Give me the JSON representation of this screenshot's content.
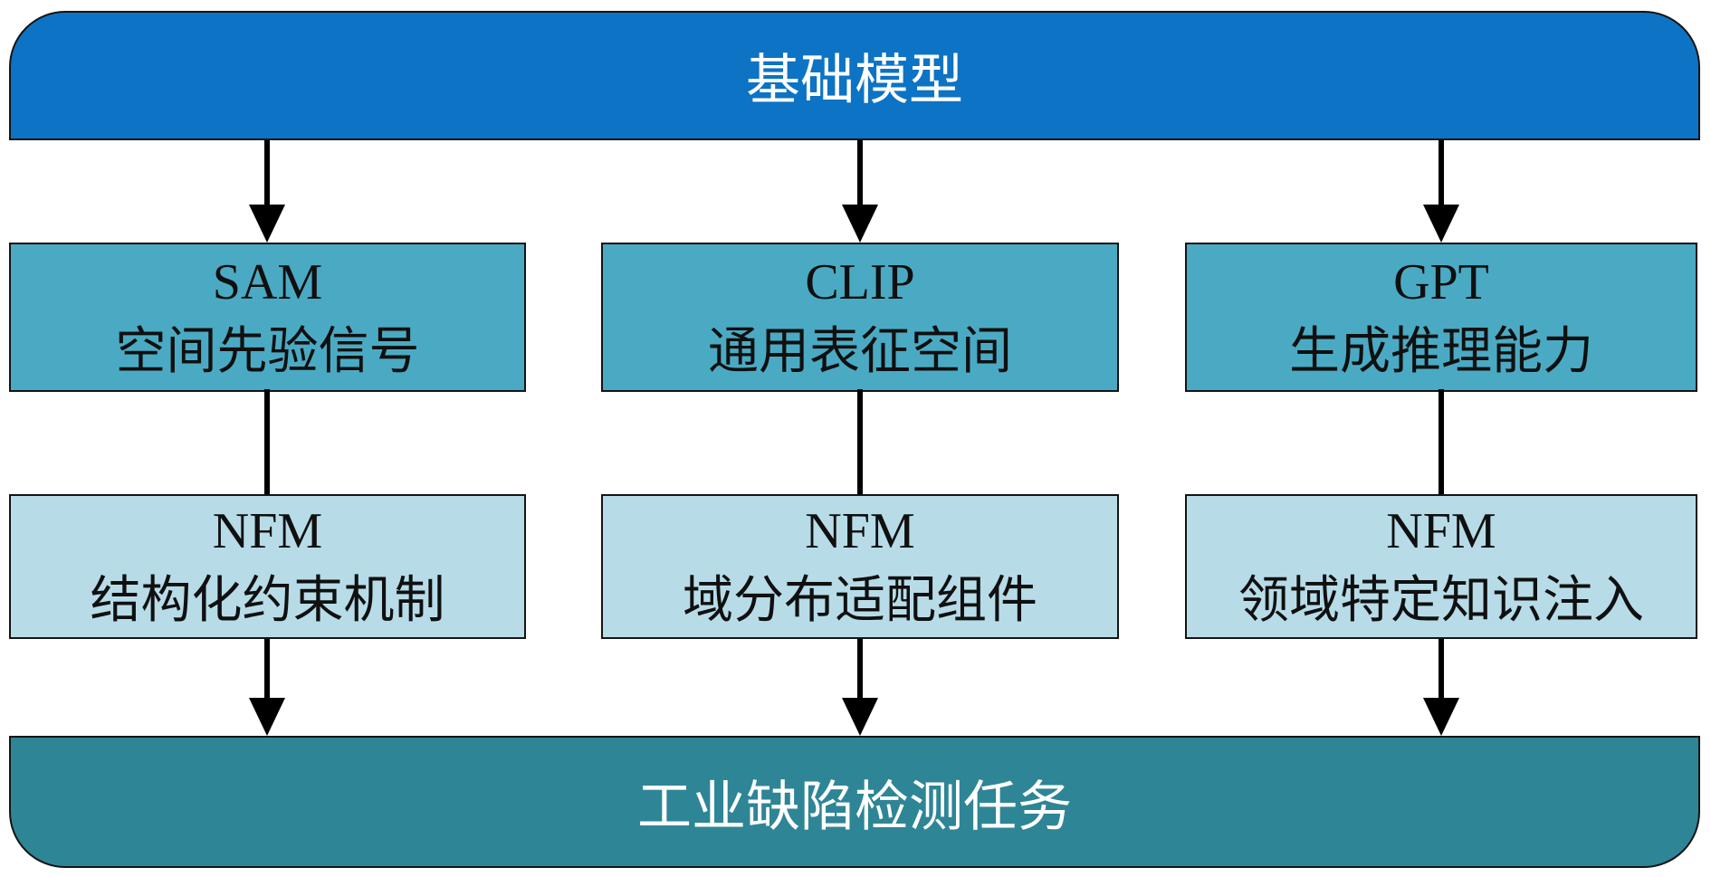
{
  "diagram": {
    "top_box": {
      "label": "基础模型"
    },
    "model_row": [
      {
        "name": "SAM",
        "capability": "空间先验信号"
      },
      {
        "name": "CLIP",
        "capability": "通用表征空间"
      },
      {
        "name": "GPT",
        "capability": "生成推理能力"
      }
    ],
    "nfm_row": [
      {
        "name": "NFM",
        "mechanism": "结构化约束机制"
      },
      {
        "name": "NFM",
        "mechanism": "域分布适配组件"
      },
      {
        "name": "NFM",
        "mechanism": "领域特定知识注入"
      }
    ],
    "bottom_box": {
      "label": "工业缺陷检测任务"
    },
    "colors": {
      "foundation_blue": "#0d73c4",
      "model_teal": "#4baac3",
      "nfm_light_blue": "#b7dce8",
      "task_teal": "#2e8596",
      "border": "#141414",
      "arrow": "#000000",
      "background": "#ffffff"
    }
  }
}
